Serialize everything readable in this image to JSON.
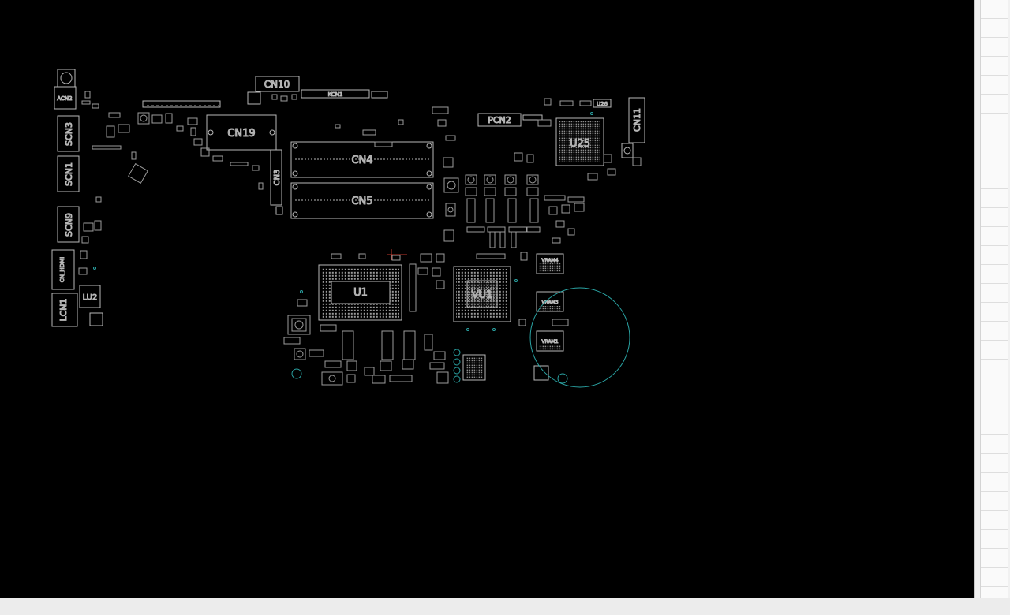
{
  "board": {
    "labels": {
      "acn2": "ACN2",
      "scn3": "SCN3",
      "scn1": "SCN1",
      "scn9": "SCN9",
      "cn_hdmi": "CN_HDMI",
      "lcn1": "LCN1",
      "lu2": "LU2",
      "cn10": "CN10",
      "kcn1": "KCN1",
      "cn19": "CN19",
      "cn3": "CN3",
      "cn4": "CN4",
      "cn5": "CN5",
      "pcn2": "PCN2",
      "u25": "U25",
      "cn11": "CN11",
      "u26": "U26",
      "u1": "U1",
      "vu1": "VU1",
      "vram4": "VRAM4",
      "vram3": "VRAM3",
      "vram1": "VRAM1"
    },
    "colors": {
      "background": "#000000",
      "outline": "#b8b8b8",
      "label": "#8a8a8a",
      "highlight": "#2aa3a3"
    }
  }
}
